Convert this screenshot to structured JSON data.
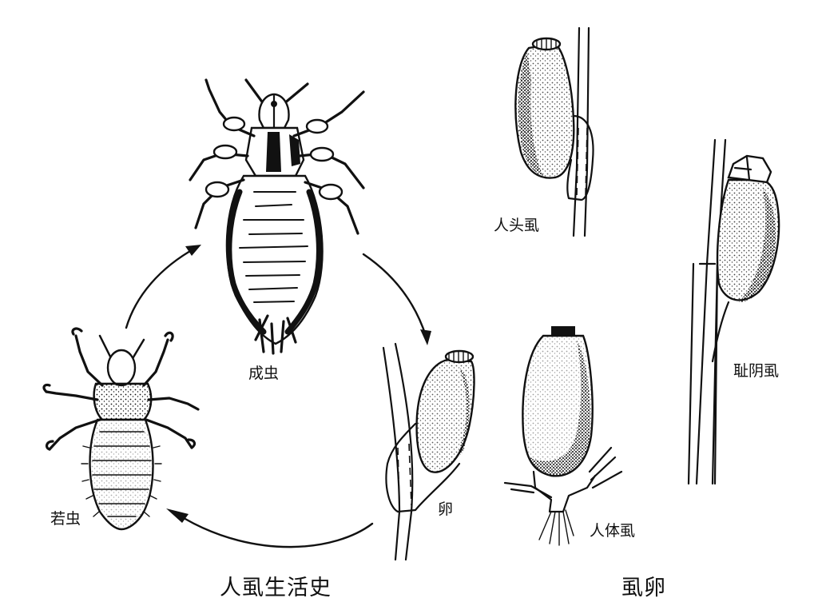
{
  "figure": {
    "life_cycle": {
      "caption": "人虱生活史",
      "stages": [
        {
          "id": "adult",
          "label": "成虫"
        },
        {
          "id": "egg",
          "label": "卵"
        },
        {
          "id": "nymph",
          "label": "若虫"
        }
      ],
      "arrows": [
        {
          "from": "nymph",
          "to": "adult"
        },
        {
          "from": "adult",
          "to": "egg"
        },
        {
          "from": "egg",
          "to": "nymph"
        }
      ]
    },
    "eggs": {
      "caption": "虱卵",
      "items": [
        {
          "id": "head-louse-egg",
          "label": "人头虱"
        },
        {
          "id": "body-louse-egg",
          "label": "人体虱"
        },
        {
          "id": "pubic-louse-egg",
          "label": "耻阴虱"
        }
      ]
    },
    "colors": {
      "ink": "#111111",
      "background": "#ffffff"
    }
  }
}
